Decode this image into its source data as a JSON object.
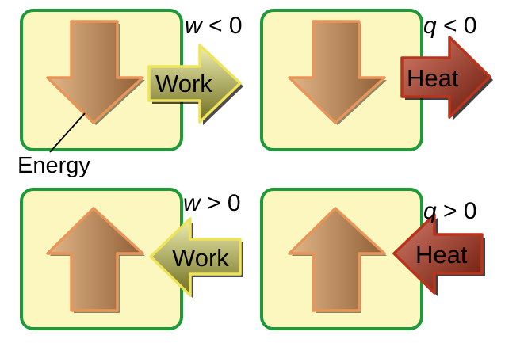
{
  "panels": [
    {
      "id": "work-out",
      "system_arrow": "down",
      "transfer_label": "Work",
      "transfer_kind": "work",
      "transfer_direction": "out",
      "condition": {
        "variable": "w",
        "rest": " < 0"
      }
    },
    {
      "id": "heat-out",
      "system_arrow": "down",
      "transfer_label": "Heat",
      "transfer_kind": "heat",
      "transfer_direction": "out",
      "condition": {
        "variable": "q",
        "rest": " < 0"
      }
    },
    {
      "id": "work-in",
      "system_arrow": "up",
      "transfer_label": "Work",
      "transfer_kind": "work",
      "transfer_direction": "in",
      "condition": {
        "variable": "w",
        "rest": " > 0"
      }
    },
    {
      "id": "heat-in",
      "system_arrow": "up",
      "transfer_label": "Heat",
      "transfer_kind": "heat",
      "transfer_direction": "in",
      "condition": {
        "variable": "q",
        "rest": " > 0"
      }
    }
  ],
  "energy_label": "Energy",
  "colors": {
    "box_fill": "#fbf7bf",
    "box_stroke": "#1e9a3a",
    "energy_light": "#e2b788",
    "energy_dark": "#8f5e36",
    "energy_edge": "#e8955a",
    "work_light": "#efefb2",
    "work_dark": "#6f6d1e",
    "work_edge": "#eee45a",
    "heat_light": "#d47b6a",
    "heat_dark": "#6a1808",
    "heat_edge": "#b8341c"
  }
}
